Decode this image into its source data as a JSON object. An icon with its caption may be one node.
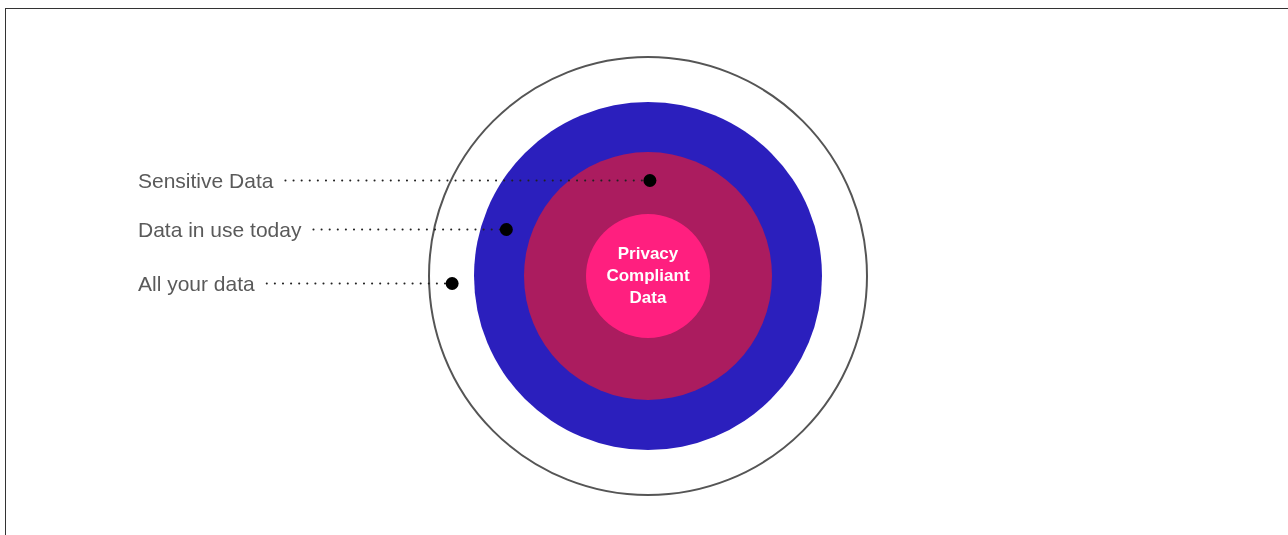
{
  "diagram": {
    "nodes": [
      {
        "text": [],
        "shape": "circle"
      },
      {
        "text": [],
        "shape": "circle",
        "in": 0
      },
      {
        "text": [],
        "shape": "circle",
        "in": 1
      },
      {
        "text": [
          "Privacy Compliant Data"
        ],
        "in": 2
      },
      {
        "text": [
          "Sensitive Data"
        ]
      },
      {
        "text": [
          "Data in use today"
        ]
      },
      {
        "text": [
          "All your data"
        ]
      }
    ],
    "edges": [
      {
        "from": 4,
        "to": 2,
        "arrow": "other",
        "style": "dashed"
      },
      {
        "from": 5,
        "to": 1,
        "arrow": "other",
        "style": "dashed"
      },
      {
        "from": 6,
        "to": 0,
        "arrow": "other",
        "style": "dashed"
      }
    ]
  }
}
